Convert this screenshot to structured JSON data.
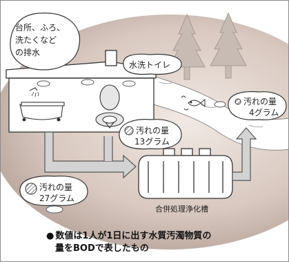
{
  "title": "",
  "labels": {
    "kitchen_bath": [
      "台所、ふろ、",
      "洗たくなど",
      "の排水"
    ],
    "toilet": "水洗トイレ",
    "dirt_13": [
      "汚れの量",
      "13グラム"
    ],
    "dirt_27": [
      "汚れの量",
      "27グラム"
    ],
    "dirt_4": [
      "汚れの量",
      "4グラム"
    ],
    "tank": "合併処理浄化槽"
  },
  "footnote": {
    "bullet": "●",
    "line1": "数値は1人が1日に出す水質汚濁物質の",
    "line2": "量をBODで表したもの"
  },
  "colors": {
    "ground": "#b9a69e",
    "ground_light": "#efe7e2",
    "river": "#ffffff",
    "arrow": "#cfcfcf",
    "outline": "#333333"
  }
}
